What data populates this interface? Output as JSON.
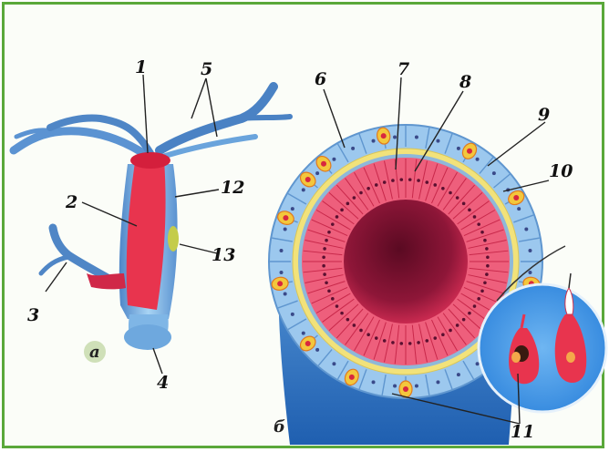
{
  "labels": {
    "n1": "1",
    "n2": "2",
    "n3": "3",
    "n4": "4",
    "n5": "5",
    "n6": "6",
    "n7": "7",
    "n8": "8",
    "n9": "9",
    "n10": "10",
    "n11": "11",
    "n12": "12",
    "n13": "13"
  },
  "panels": {
    "a": "а",
    "b": "б"
  },
  "colors": {
    "frame": "#5aa83a",
    "ectoderm": "#7fb6e6",
    "endoderm": "#e8344e",
    "mesoglea": "#f2e27a",
    "stinging_cell": "#f3c73c",
    "cavity": "#7a1030"
  }
}
